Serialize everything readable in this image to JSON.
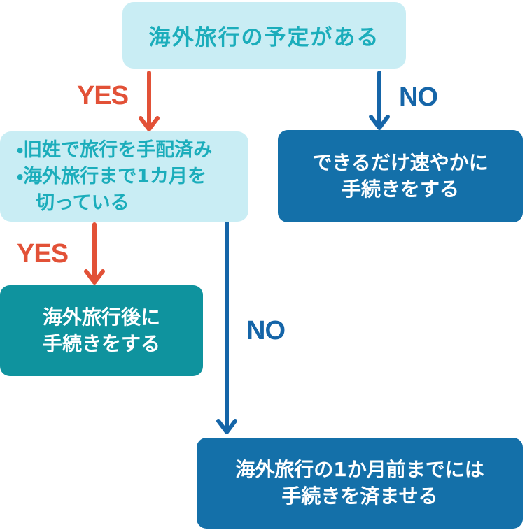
{
  "colors": {
    "light-cyan": "#c9edf4",
    "teal-text": "#1badbb",
    "dark-blue": "#1470a9",
    "teal": "#0f939e",
    "red": "#e25137",
    "blue": "#1565a8",
    "white": "#ffffff"
  },
  "flowchart": {
    "start": {
      "text": "海外旅行の予定がある"
    },
    "branch1": {
      "yes_label": "YES",
      "no_label": "NO"
    },
    "condition": {
      "lines": {
        "0": "・旧姓で旅行を手配済み",
        "1": "・海外旅行まで1カ月を",
        "2": "　切っている"
      }
    },
    "speedy_result": {
      "lines": {
        "0": "できるだけ速やかに",
        "1": "手続きをする"
      }
    },
    "branch2": {
      "yes_label": "YES",
      "no_label": "NO"
    },
    "after_result": {
      "lines": {
        "0": "海外旅行後に",
        "1": "手続きをする"
      }
    },
    "deadline_result": {
      "lines": {
        "0": "海外旅行の1か月前までには",
        "1": "手続きを済ませる"
      }
    }
  }
}
